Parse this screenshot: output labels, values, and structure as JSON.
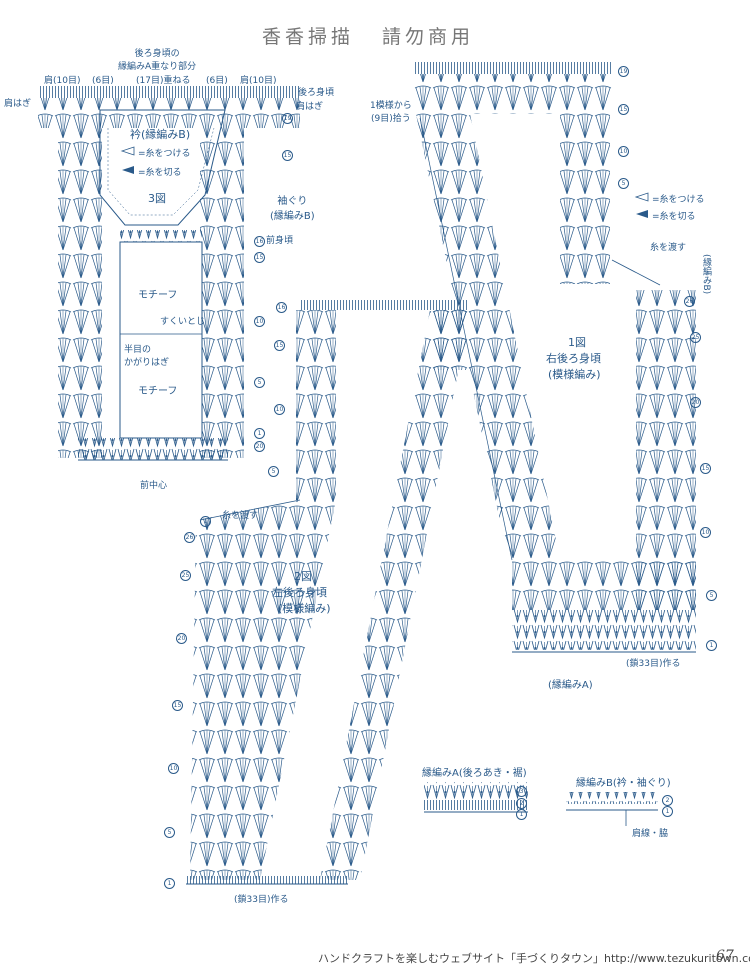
{
  "header": {
    "title": "香香掃描",
    "note": "請勿商用"
  },
  "fig3": {
    "top_note": "後ろ身頃の\n縁編みA重なり部分",
    "shoulder_l": "肩(10目)",
    "six_l": "(6目)",
    "overlap": "(17目)重ねる",
    "six_r": "(6目)",
    "shoulder_r": "肩(10目)",
    "back_body": "後ろ身頃",
    "shoulder_seam_l": "肩はぎ",
    "shoulder_seam_r": "肩はぎ",
    "collar": "衿(縁編みB)",
    "attach_yarn": "=糸をつける",
    "cut_yarn": "=糸を切る",
    "label": "3図",
    "armhole": "袖ぐり\n(縁編みB)",
    "front_body": "前身頃",
    "motif_top": "モチーフ",
    "slip_stitch": "すくいとじ",
    "half_stitch": "半目の\nかがりはぎ",
    "motif_bottom": "モチーフ",
    "center_front": "前中心"
  },
  "fig1": {
    "pickup": "1模様から\n(9目)拾う",
    "attach_yarn": "=糸をつける",
    "cut_yarn": "=糸を切る",
    "pass_yarn": "糸を渡す",
    "edge_b": "(縁編みB)",
    "label": "1図",
    "name": "右後ろ身頃",
    "pattern": "(模様編み)",
    "chain": "(鎖33目)作る",
    "edge_a": "(縁編みA)"
  },
  "fig2": {
    "pass_yarn": "糸を渡す",
    "label": "2図",
    "name": "左後ろ身頃",
    "pattern": "(模様編み)",
    "chain": "(鎖33目)作る"
  },
  "legend_a": {
    "title": "縁編みA(後ろあき・裾)"
  },
  "legend_b": {
    "title": "縁編みB(衿・袖ぐり)",
    "note": "肩線・脇"
  },
  "row_numbers": {
    "r1": "1",
    "r2": "2",
    "r3": "3",
    "r5": "5",
    "r10": "10",
    "r15": "15",
    "r16": "16",
    "r19": "19",
    "r20": "20",
    "r23": "23",
    "r25": "25",
    "r26": "26"
  },
  "footer": {
    "text": "ハンドクラフトを楽しむウェブサイト「手づくりタウン」http://www.tezukuritown.com",
    "page": "67"
  },
  "colors": {
    "ink": "#2a5a8a",
    "footer": "#444444"
  }
}
